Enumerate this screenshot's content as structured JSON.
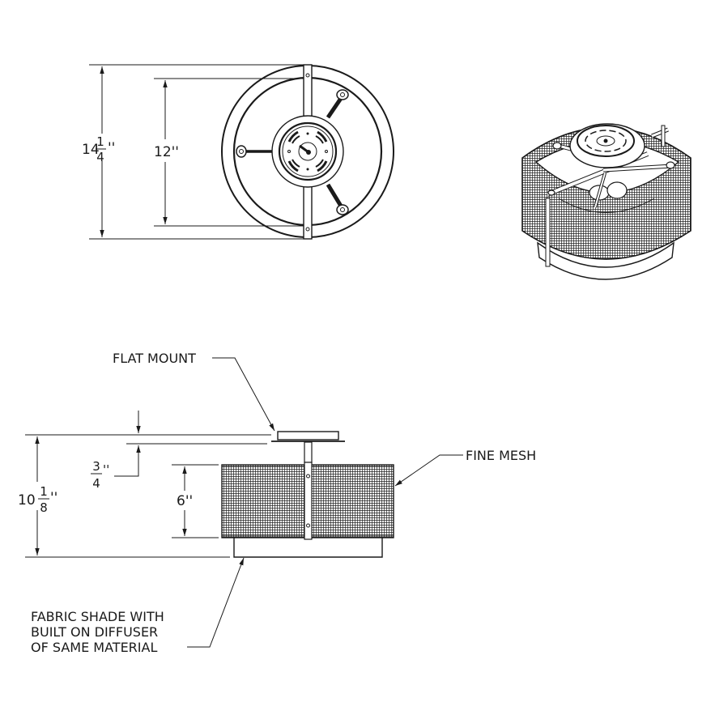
{
  "drawing": {
    "title": "Flush mount fixture with fine mesh drum shade",
    "views": [
      "top-view",
      "isometric-view",
      "side-view"
    ]
  },
  "top_view": {
    "outer_dim": {
      "whole": "14",
      "numerator": "1",
      "denominator": "4",
      "unit": "''"
    },
    "inner_dim": {
      "text": "12''"
    }
  },
  "side_view": {
    "overall_height": {
      "whole": "10",
      "numerator": "1",
      "denominator": "8",
      "unit": "''"
    },
    "mount_gap": {
      "numerator": "3",
      "denominator": "4",
      "unit": "''"
    },
    "shade_height": {
      "text": "6''"
    }
  },
  "callouts": {
    "flat_mount": "FLAT MOUNT",
    "fine_mesh": "FINE MESH",
    "fabric_shade": [
      "FABRIC SHADE WITH",
      "BUILT ON DIFFUSER",
      "OF SAME MATERIAL"
    ]
  },
  "colors": {
    "line": "#1a1a1a",
    "mesh": "#2a2a2a",
    "background": "#ffffff"
  }
}
